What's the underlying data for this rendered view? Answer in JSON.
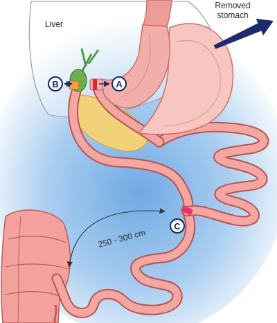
{
  "diagram": {
    "nodes": [
      {
        "text": [
          "B"
        ]
      },
      {
        "text": [
          "A"
        ]
      },
      {
        "text": [
          "C"
        ]
      }
    ],
    "labels": [
      "Liver",
      "Removed stomach",
      "250 - 300 cm"
    ]
  }
}
